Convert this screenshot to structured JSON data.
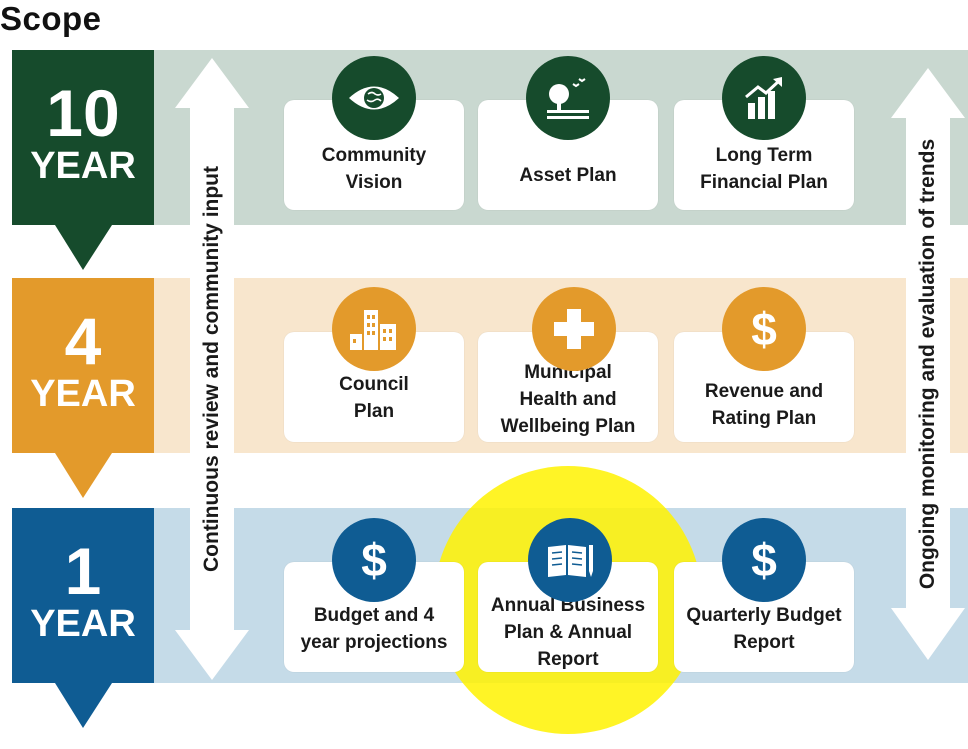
{
  "title": "Scope",
  "colors": {
    "ten_year": "#164b2c",
    "four_year": "#e39a2b",
    "one_year": "#0f5c93",
    "ten_year_band": "#c9d8d0",
    "four_year_band": "#f8e6cd",
    "one_year_band": "#c5dbe8",
    "highlight": "#fff200"
  },
  "rows": [
    {
      "number": "10",
      "label": "YEAR",
      "cards": [
        {
          "label": "Community\nVision",
          "icon": "eye-globe-icon"
        },
        {
          "label": "Asset Plan",
          "icon": "tree-birds-icon"
        },
        {
          "label": "Long Term\nFinancial Plan",
          "icon": "bar-chart-arrow-icon"
        }
      ]
    },
    {
      "number": "4",
      "label": "YEAR",
      "cards": [
        {
          "label": "Council\nPlan",
          "icon": "city-buildings-icon"
        },
        {
          "label": "Municipal\nHealth and\nWellbeing Plan",
          "icon": "medical-cross-icon"
        },
        {
          "label": "Revenue and\nRating Plan",
          "icon": "dollar-icon"
        }
      ]
    },
    {
      "number": "1",
      "label": "YEAR",
      "cards": [
        {
          "label": "Budget and 4\nyear projections",
          "icon": "dollar-icon"
        },
        {
          "label": "Annual Business\nPlan & Annual\nReport",
          "icon": "book-pencil-icon"
        },
        {
          "label": "Quarterly Budget\nReport",
          "icon": "dollar-icon"
        }
      ]
    }
  ],
  "left_arrow_text": "Continuous review and community input",
  "right_arrow_text": "Ongoing monitoring and evaluation of trends"
}
